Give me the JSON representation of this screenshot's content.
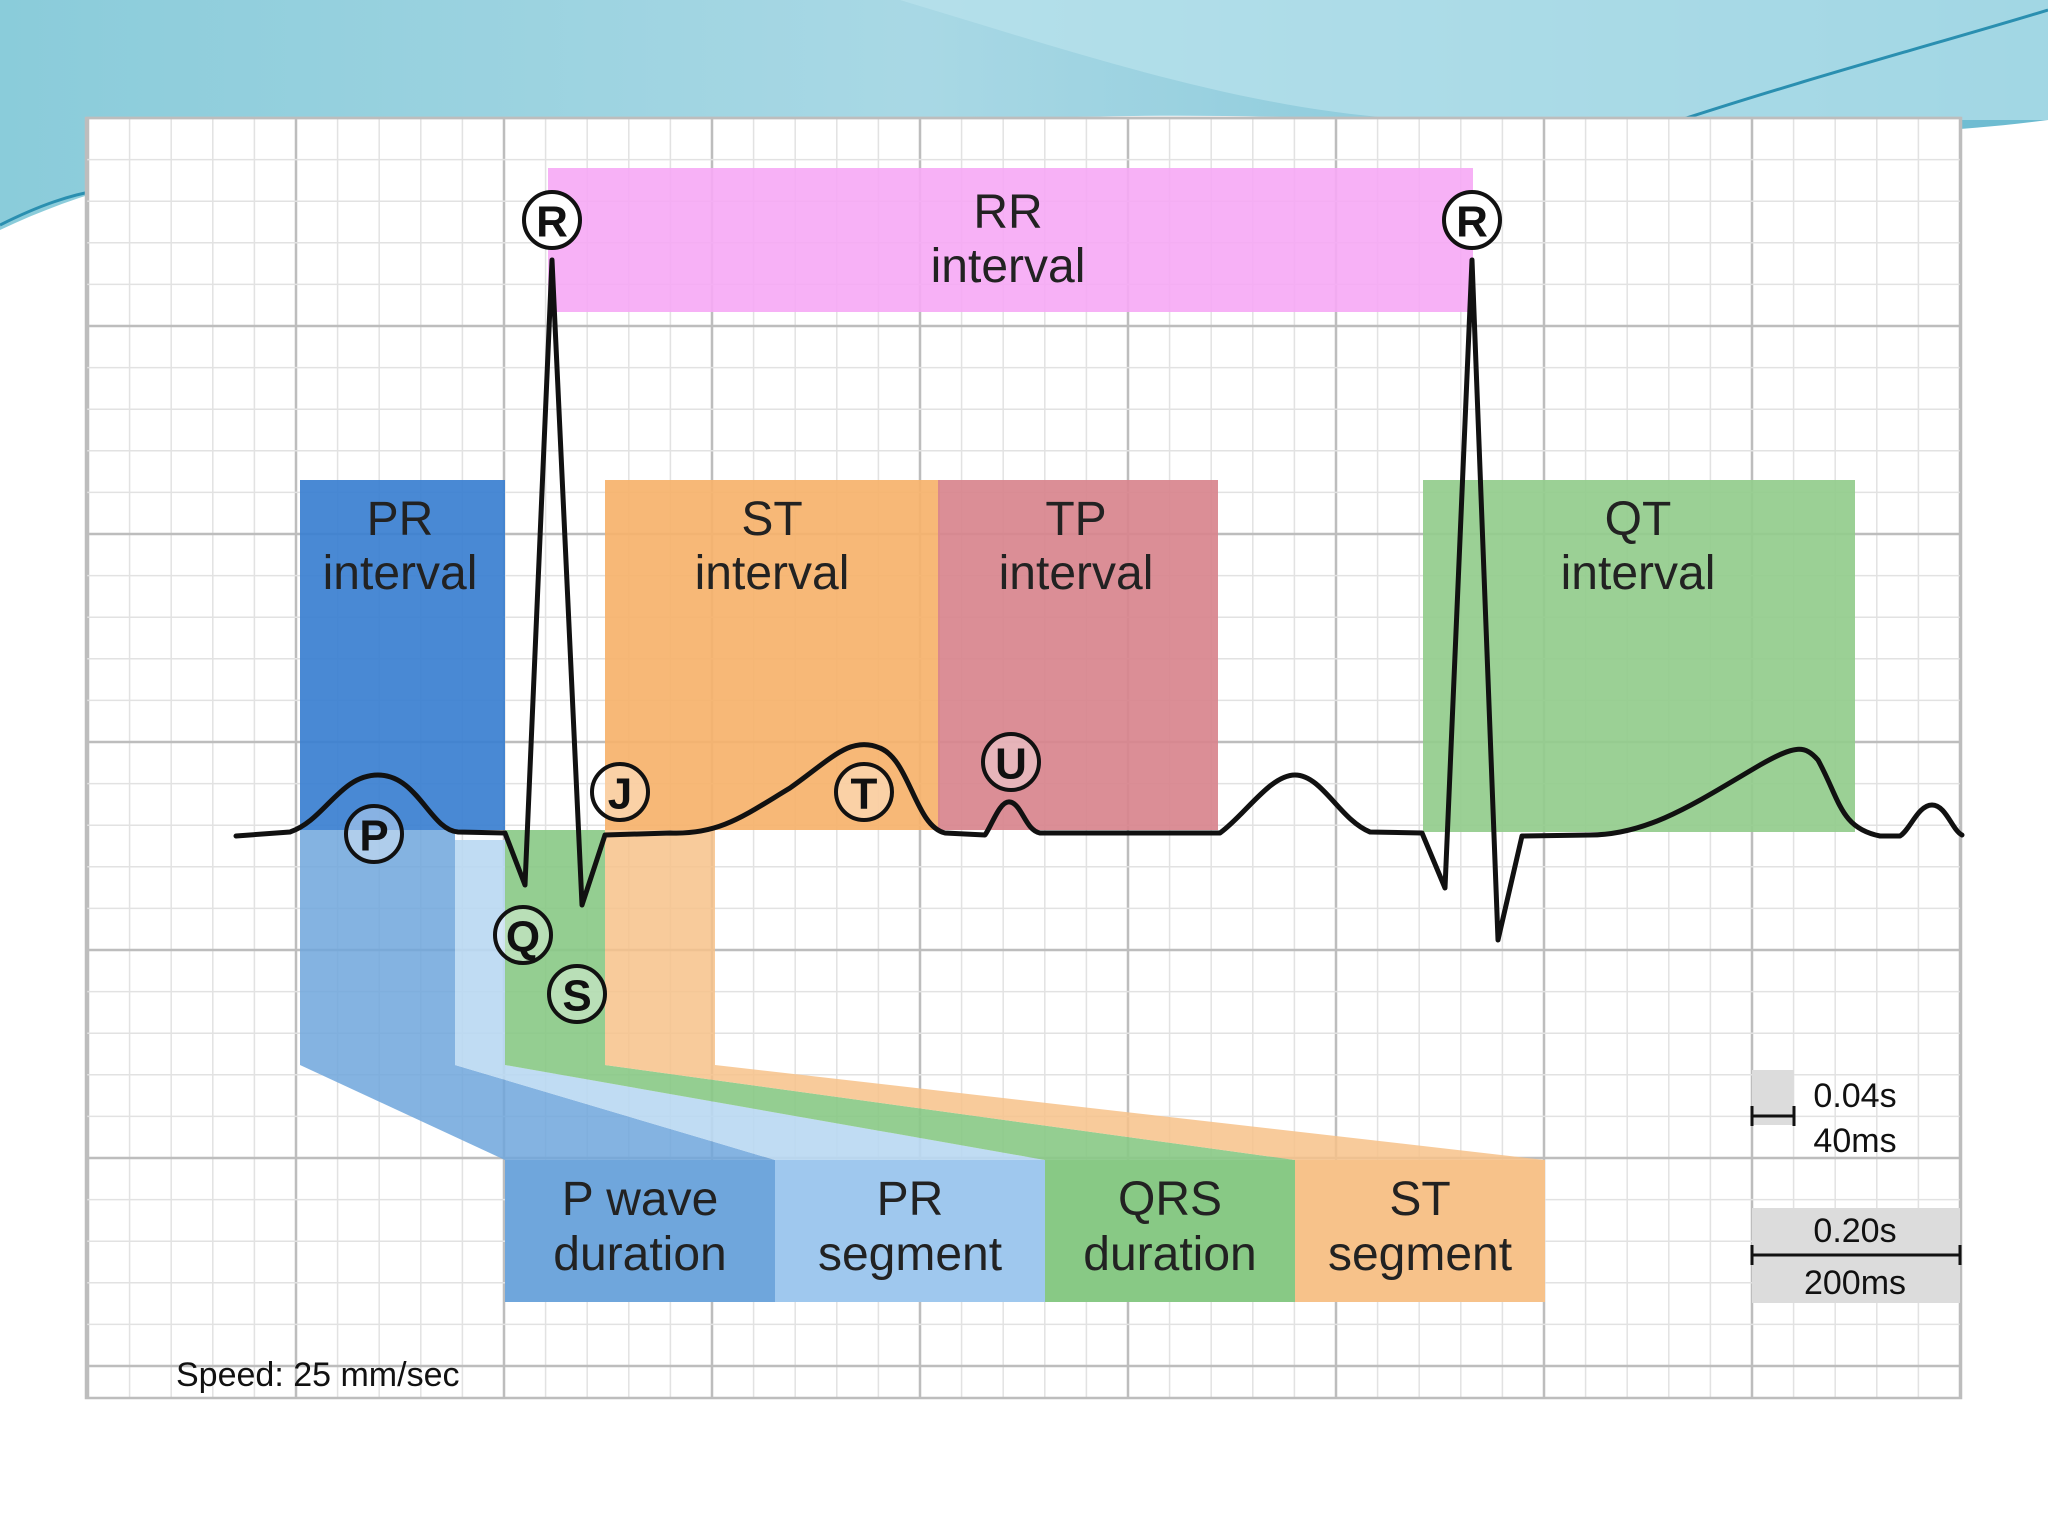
{
  "diagram": {
    "interval_boxes": [
      {
        "id": "pr-interval",
        "line1": "PR",
        "line2": "interval",
        "color": "#3a7fd0"
      },
      {
        "id": "st-interval",
        "line1": "ST",
        "line2": "interval",
        "color": "#f6b26b"
      },
      {
        "id": "tp-interval",
        "line1": "TP",
        "line2": "interval",
        "color": "#d8848d"
      },
      {
        "id": "qt-interval",
        "line1": "QT",
        "line2": "interval",
        "color": "#93cc8c"
      },
      {
        "id": "rr-interval",
        "line1": "RR",
        "line2": "interval",
        "color": "#f6a8f5"
      }
    ],
    "bottom_boxes": [
      {
        "id": "p-wave-duration",
        "line1": "P wave",
        "line2": "duration",
        "color": "#6fa6dc"
      },
      {
        "id": "pr-segment",
        "line1": "PR",
        "line2": "segment",
        "color": "#9fc8ee"
      },
      {
        "id": "qrs-duration",
        "line1": "QRS",
        "line2": "duration",
        "color": "#88c985"
      },
      {
        "id": "st-segment",
        "line1": "ST",
        "line2": "segment",
        "color": "#f7c28a"
      }
    ],
    "wave_labels": [
      "R",
      "R",
      "P",
      "Q",
      "S",
      "J",
      "T",
      "U"
    ],
    "scale": {
      "small_box_seconds": "0.04s",
      "small_box_ms": "40ms",
      "large_box_seconds": "0.20s",
      "large_box_ms": "200ms"
    },
    "speed": "Speed: 25 mm/sec"
  }
}
